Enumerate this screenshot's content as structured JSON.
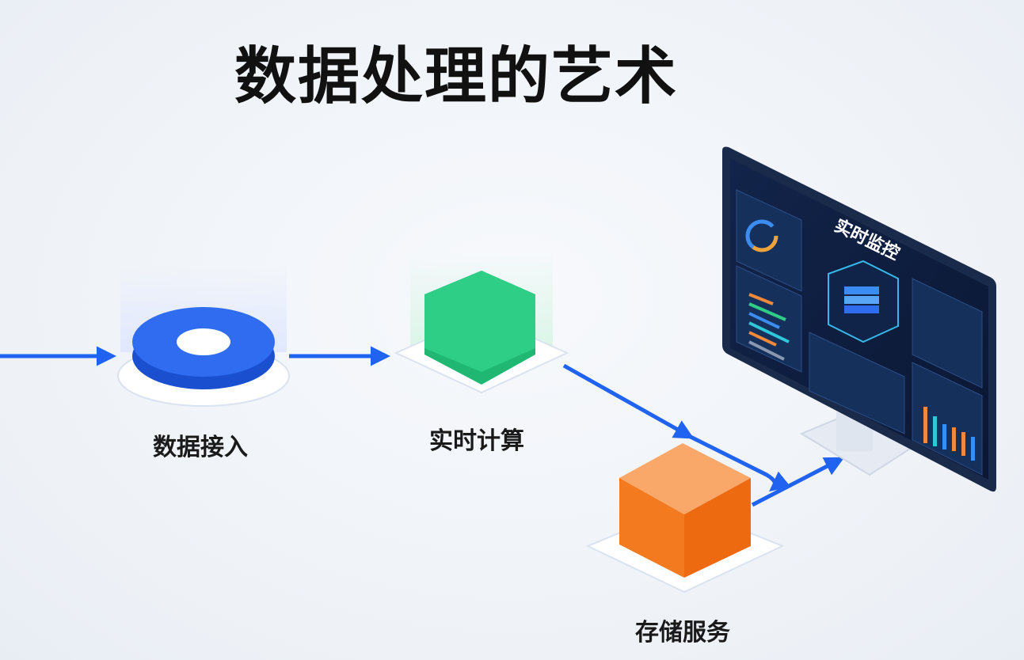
{
  "title": "数据处理的艺术",
  "nodes": {
    "ingest": {
      "label": "数据接入",
      "color": "#2f6cf0"
    },
    "compute": {
      "label": "实时计算",
      "color": "#2fce86"
    },
    "storage": {
      "label": "存储服务",
      "color": "#f47a1f"
    }
  },
  "monitor": {
    "title": "实时监控"
  },
  "colors": {
    "arrow": "#1f63f0",
    "screen": "#0f1d3d"
  }
}
